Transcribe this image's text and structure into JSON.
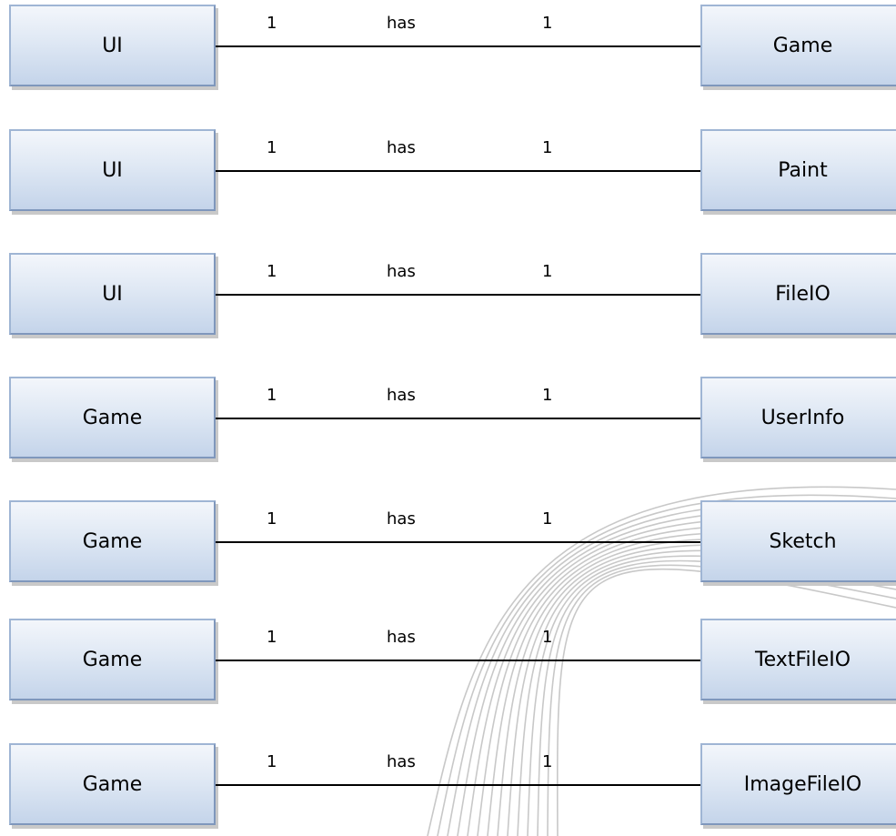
{
  "relationships": [
    {
      "from": "UI",
      "to": "Game",
      "left_multiplicity": "1",
      "label": "has",
      "right_multiplicity": "1"
    },
    {
      "from": "UI",
      "to": "Paint",
      "left_multiplicity": "1",
      "label": "has",
      "right_multiplicity": "1"
    },
    {
      "from": "UI",
      "to": "FileIO",
      "left_multiplicity": "1",
      "label": "has",
      "right_multiplicity": "1"
    },
    {
      "from": "Game",
      "to": "UserInfo",
      "left_multiplicity": "1",
      "label": "has",
      "right_multiplicity": "1"
    },
    {
      "from": "Game",
      "to": "Sketch",
      "left_multiplicity": "1",
      "label": "has",
      "right_multiplicity": "1"
    },
    {
      "from": "Game",
      "to": "TextFileIO",
      "left_multiplicity": "1",
      "label": "has",
      "right_multiplicity": "1"
    },
    {
      "from": "Game",
      "to": "ImageFileIO",
      "left_multiplicity": "1",
      "label": "has",
      "right_multiplicity": "1"
    }
  ],
  "colors": {
    "box_border": "#9fb5d4",
    "box_fill_top": "#f3f6fb",
    "box_fill_bottom": "#c4d4ea",
    "connector": "#000000",
    "decoration": "#c8c8c8"
  }
}
